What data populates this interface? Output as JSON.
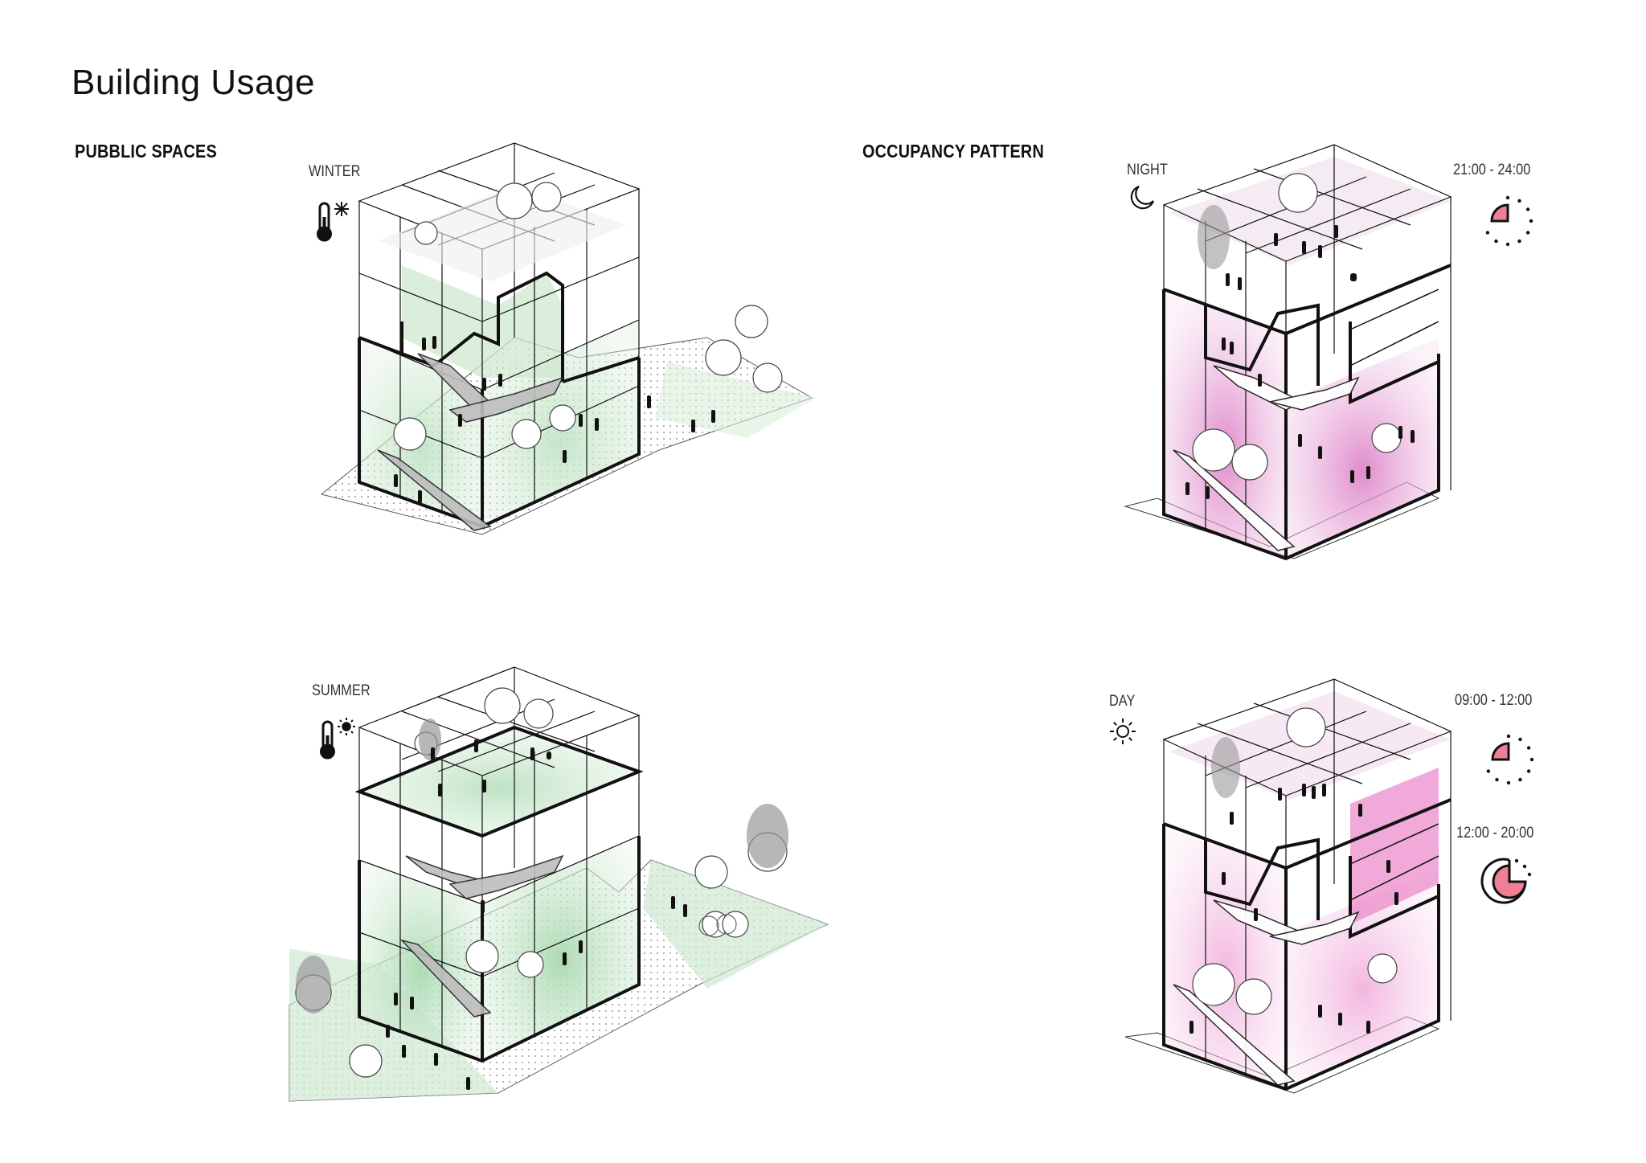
{
  "page": {
    "title": "Building Usage"
  },
  "sections": {
    "public_spaces": "PUBBLIC SPACES",
    "occupancy_pattern": "OCCUPANCY PATTERN"
  },
  "panels": {
    "winter": {
      "label": "WINTER",
      "icon": "thermometer-snow-icon",
      "tint": "#cfe8cf"
    },
    "summer": {
      "label": "SUMMER",
      "icon": "thermometer-sun-icon",
      "tint": "#b9e0bd"
    },
    "night": {
      "label": "NIGHT",
      "icon": "moon-icon",
      "tint": "#e9b5dc",
      "time": "21:00 - 24:00",
      "clock_fill_quarters": 1
    },
    "day": {
      "label": "DAY",
      "icon": "sun-icon",
      "tint": "#f0c4e3",
      "time_1": "09:00 - 12:00",
      "clock_1_fill_quarters": 1,
      "time_2": "12:00 - 20:00",
      "clock_2_fill_quarters": 3
    }
  },
  "colors": {
    "clock_fill": "#ef7f95",
    "line": "#111111"
  }
}
